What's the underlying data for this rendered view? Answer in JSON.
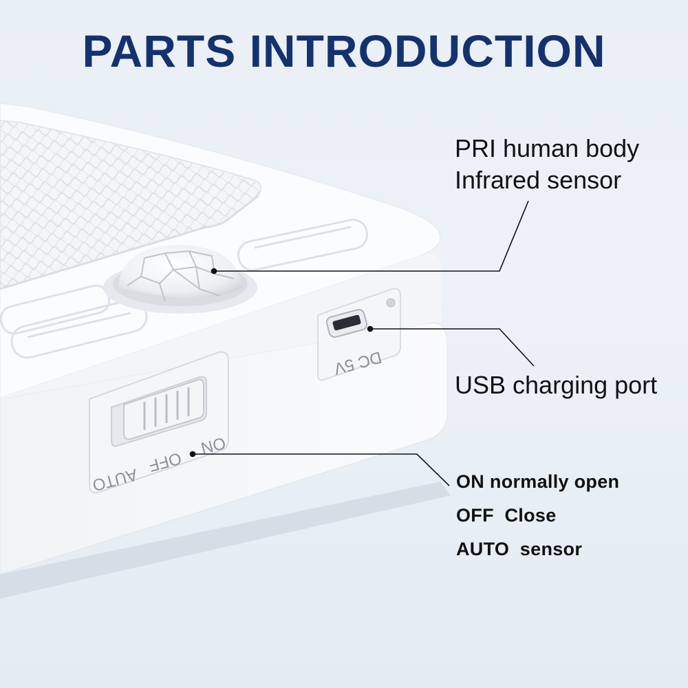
{
  "title": "PARTS INTRODUCTION",
  "callouts": {
    "sensor": {
      "line1": "PRI human body",
      "line2": "Infrared sensor"
    },
    "usb_port": {
      "label": "USB charging port"
    },
    "switch_modes": [
      "ON normally open",
      "OFF  Close",
      "AUTO  sensor"
    ]
  },
  "device_markings": {
    "port_label": "DC 5V",
    "switch_on": "ON",
    "switch_off": "OFF",
    "switch_auto": "AUTO"
  },
  "colors": {
    "title": "#14326e",
    "background": "#eaf0f7",
    "device": "#ffffff"
  },
  "icons": [
    "pir-sensor-dome",
    "usb-port",
    "slide-switch"
  ]
}
